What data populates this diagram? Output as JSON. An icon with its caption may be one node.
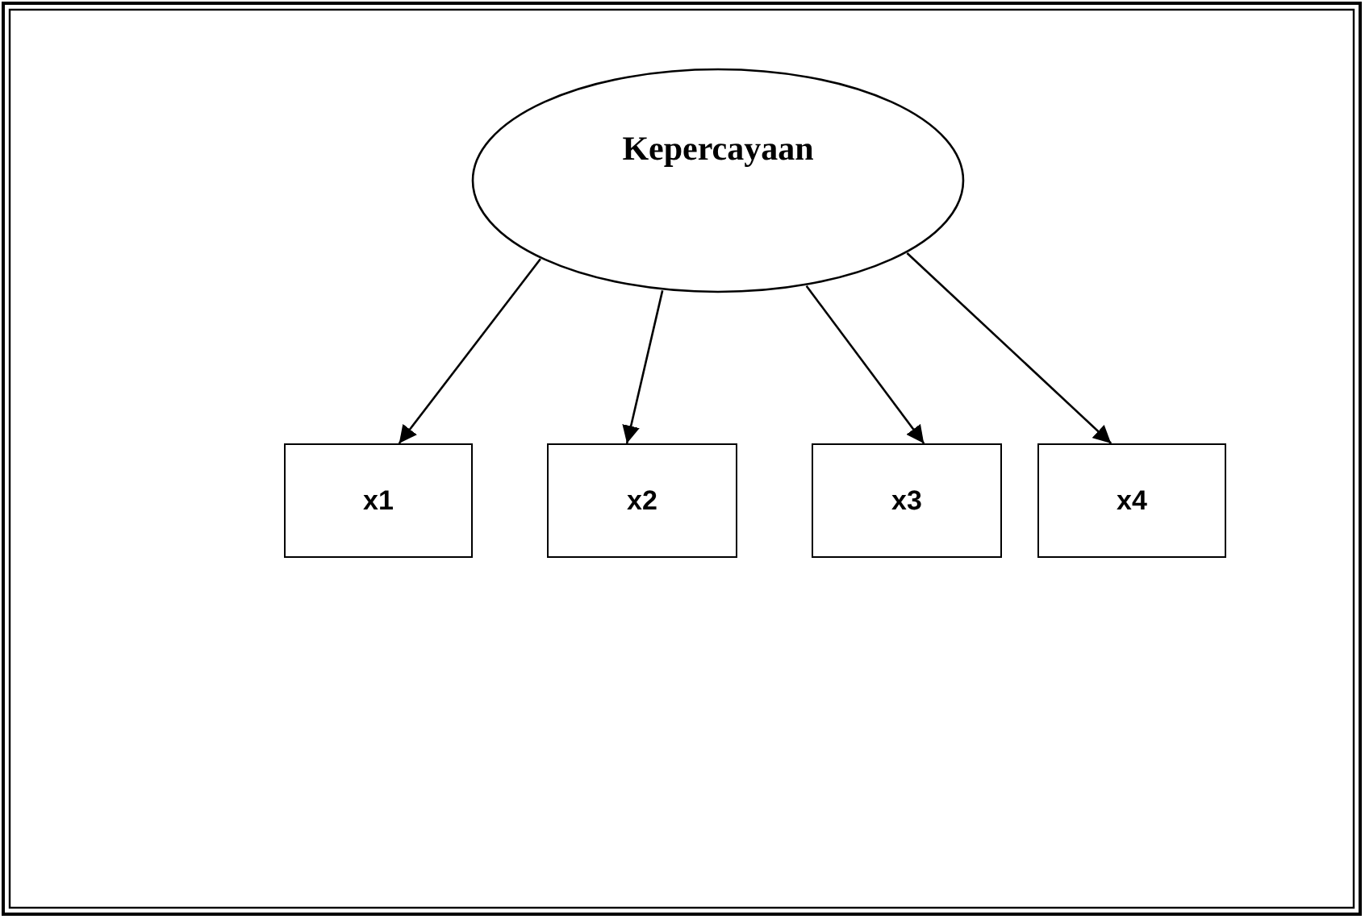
{
  "diagram": {
    "nodes": [
      {
        "text": [
          "Kepercayaan"
        ]
      },
      {
        "text": [
          "x1"
        ]
      },
      {
        "text": [
          "x2"
        ]
      },
      {
        "text": [
          "x3"
        ]
      },
      {
        "text": [
          "x4"
        ]
      }
    ],
    "edges": [
      {
        "from": 0,
        "to": 1,
        "arrow": "to"
      },
      {
        "from": 0,
        "to": 2,
        "arrow": "to"
      },
      {
        "from": 0,
        "to": 3,
        "arrow": "to"
      },
      {
        "from": 0,
        "to": 4,
        "arrow": "to"
      }
    ]
  }
}
